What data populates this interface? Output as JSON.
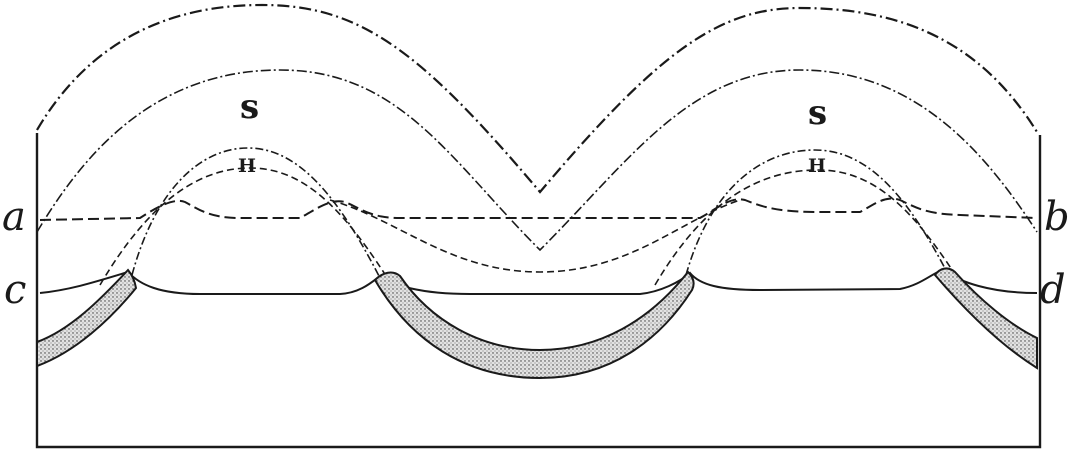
{
  "labels": {
    "a": "a",
    "b": "b",
    "c": "c",
    "d": "d",
    "s_left": "s",
    "s_right": "s",
    "h_left": "H",
    "h_right": "H"
  },
  "colors": {
    "ink": "#1a1a1a",
    "stipple_fill": "#d6d6d6",
    "background": "#ffffff"
  }
}
